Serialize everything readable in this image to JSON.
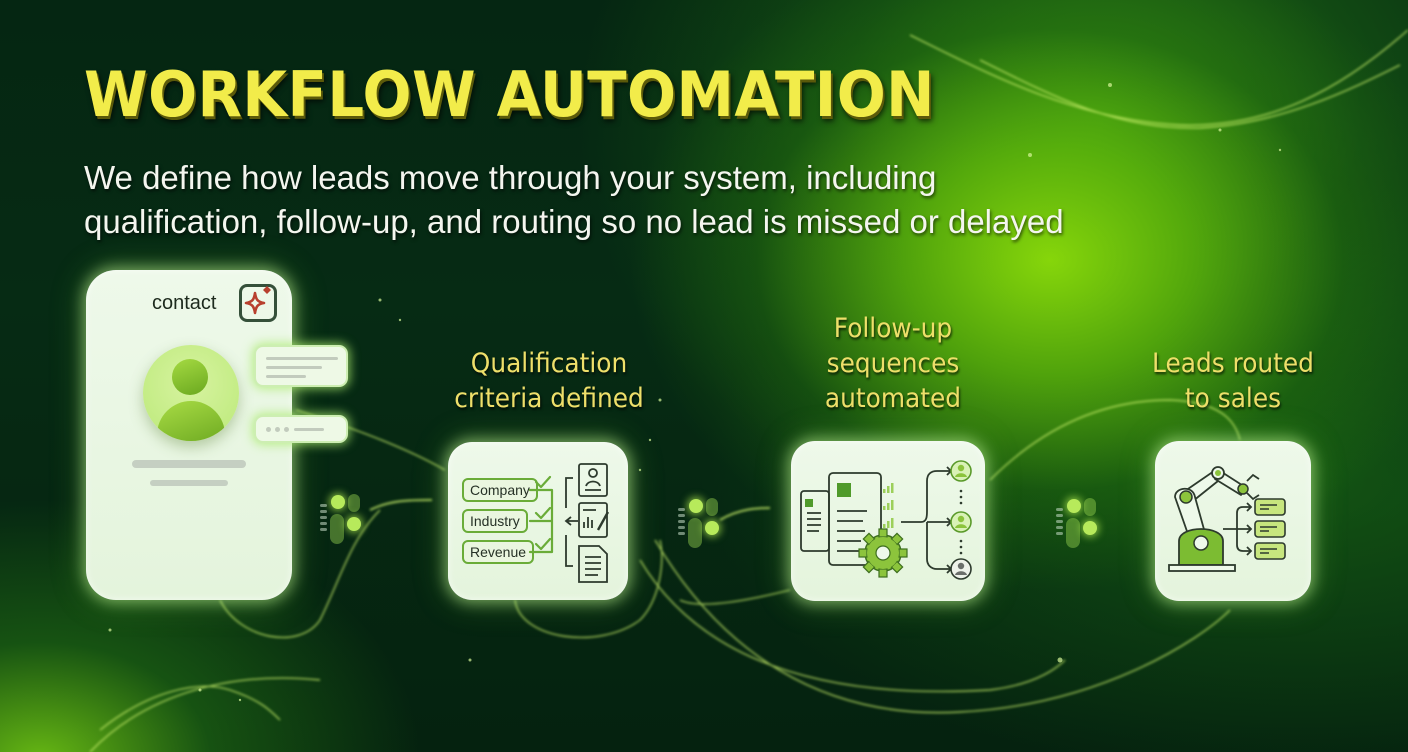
{
  "header": {
    "title": "WORKFLOW AUTOMATION",
    "subtitle_line1": "We define how leads move through your system, including",
    "subtitle_line2": "qualification, follow-up, and routing so no lead is missed or delayed"
  },
  "colors": {
    "title_yellow": "#f2ec4a",
    "label_yellow": "#eedf6a",
    "card_bg": "#eef9ea",
    "accent_green": "#7cc22a",
    "bg_dark": "#062a12",
    "bg_lime": "#8cdc0a",
    "sparkle_red": "#b8402e"
  },
  "steps": [
    {
      "id": "contact",
      "label": "contact",
      "icons": [
        "sparkle-icon",
        "avatar-icon",
        "chat-bubble-icon",
        "typing-bubble-icon"
      ]
    },
    {
      "id": "qualification",
      "label_line1": "Qualification",
      "label_line2": "criteria defined",
      "criteria": [
        "Company",
        "Industry",
        "Revenue"
      ],
      "icons": [
        "checkmark-icon",
        "profile-document-icon",
        "report-chart-icon",
        "document-icon"
      ]
    },
    {
      "id": "follow-up",
      "label_line1": "Follow-up",
      "label_line2": "sequences",
      "label_line3": "automated",
      "icons": [
        "documents-icon",
        "signal-bars-icon",
        "gear-icon",
        "user-circle-icon"
      ]
    },
    {
      "id": "routing",
      "label_line1": "Leads routed",
      "label_line2": "to sales",
      "icons": [
        "robot-arm-icon",
        "branch-arrows-icon",
        "list-card-icon"
      ]
    }
  ]
}
